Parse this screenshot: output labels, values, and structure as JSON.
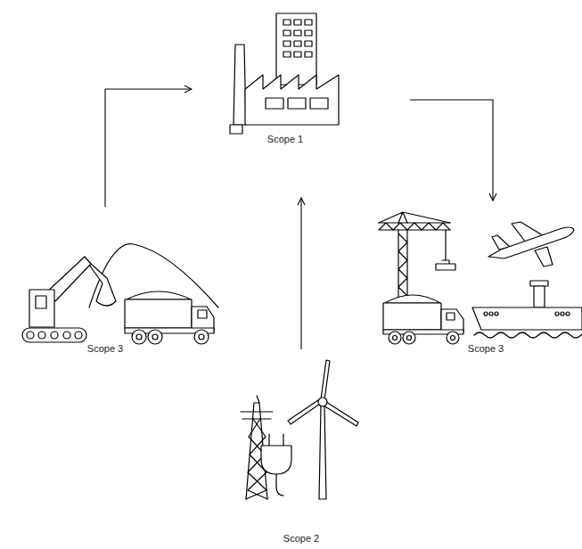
{
  "diagram": {
    "nodes": [
      {
        "text": [
          "Scope 1"
        ]
      },
      {
        "text": [
          "Scope 3"
        ]
      },
      {
        "text": [
          "Scope 3"
        ]
      },
      {
        "text": [
          "Scope 2"
        ]
      }
    ],
    "edges": [
      {
        "from": 1,
        "to": 0,
        "arrow": "to"
      },
      {
        "from": 3,
        "to": 0,
        "arrow": "to"
      },
      {
        "from": 0,
        "to": 2,
        "arrow": "to"
      }
    ]
  }
}
